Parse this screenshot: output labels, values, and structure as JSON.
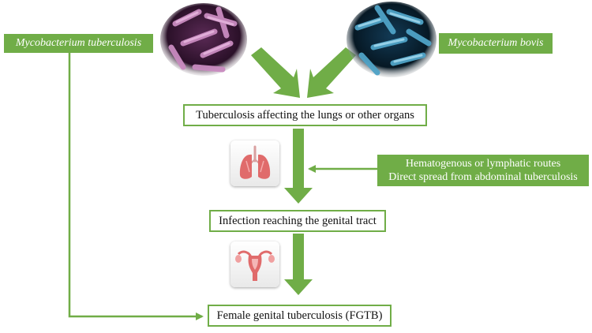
{
  "sources": {
    "left": "Mycobacterium tuberculosis",
    "right": "Mycobacterium bovis"
  },
  "steps": {
    "lungs": "Tuberculosis affecting the lungs or other organs",
    "genital": "Infection reaching the genital tract",
    "fgtb": "Female genital tuberculosis (FGTB)"
  },
  "routes": {
    "line1": "Hematogenous or lymphatic routes",
    "line2": "Direct spread from abdominal tuberculosis"
  },
  "icons": {
    "organ1": "lungs-icon",
    "organ2": "uterus-icon",
    "microbe_left": "rod-bacteria-purple",
    "microbe_right": "rod-bacteria-blue"
  },
  "colors": {
    "accent_green": "#70ad47",
    "bacteria_left": "#b06fa8",
    "bacteria_right": "#4fa3c7",
    "organ_red": "#e06b6b"
  }
}
